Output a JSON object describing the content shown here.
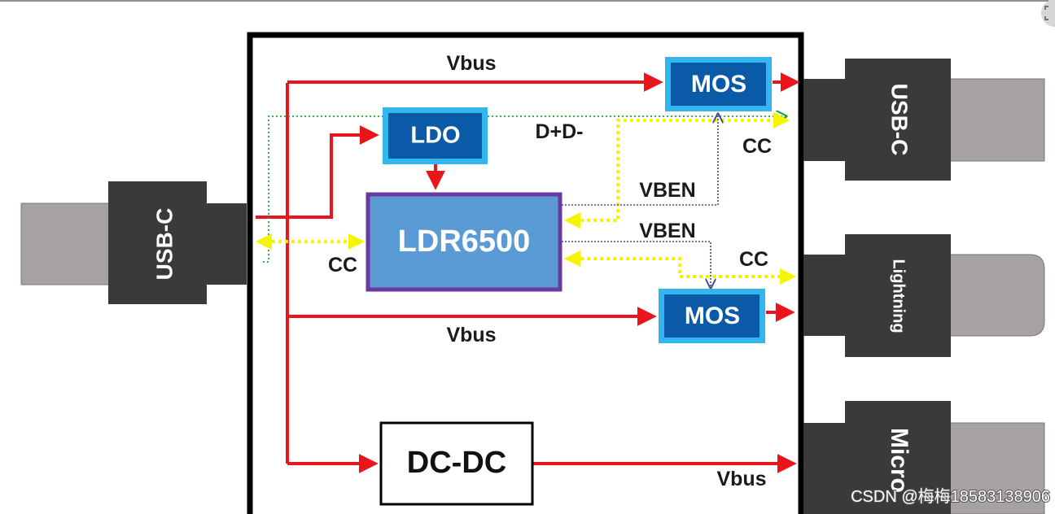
{
  "colors": {
    "power": "#e8151b",
    "cc": "#f5f500",
    "data": "#22a33a",
    "enable": "#3a4a8a",
    "chip_fill": "#5b9bd5",
    "chip_border": "#6a3aa0",
    "block_fill": "#0b5aa8",
    "block_border": "#33b5ee",
    "connector": "#3a3a3a",
    "plug": "#a6a2a2"
  },
  "blocks": {
    "main_chip": "LDR6500",
    "ldo": "LDO",
    "mos_top": "MOS",
    "mos_bottom": "MOS",
    "dcdc": "DC-DC"
  },
  "connectors": {
    "input": "USB-C",
    "out_usbc": "USB-C",
    "out_lightning": "Lightning",
    "out_micro": "Micro"
  },
  "labels": {
    "vbus_top": "Vbus",
    "vbus_mid": "Vbus",
    "vbus_bottom": "Vbus",
    "dpdm": "D+D-",
    "cc_left": "CC",
    "cc_right_top": "CC",
    "cc_right_mid": "CC",
    "vben_top": "VBEN",
    "vben_bottom": "VBEN"
  },
  "watermark": "CSDN @梅梅18583138906"
}
